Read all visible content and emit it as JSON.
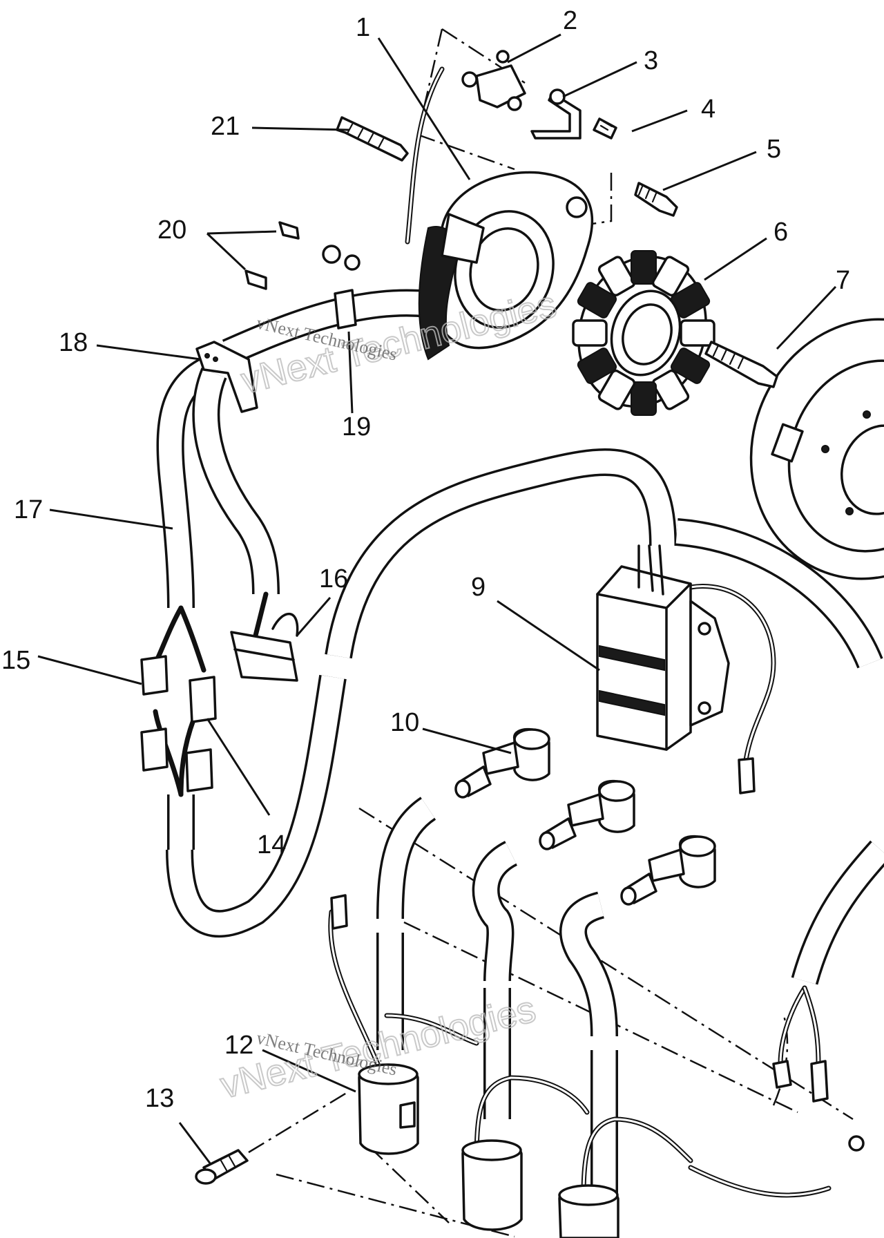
{
  "callouts": [
    {
      "id": "1",
      "text": "1"
    },
    {
      "id": "2",
      "text": "2"
    },
    {
      "id": "3",
      "text": "3"
    },
    {
      "id": "4",
      "text": "4"
    },
    {
      "id": "5",
      "text": "5"
    },
    {
      "id": "6",
      "text": "6"
    },
    {
      "id": "7",
      "text": "7"
    },
    {
      "id": "9",
      "text": "9"
    },
    {
      "id": "10",
      "text": "10"
    },
    {
      "id": "12",
      "text": "12"
    },
    {
      "id": "13",
      "text": "13"
    },
    {
      "id": "14",
      "text": "14"
    },
    {
      "id": "15",
      "text": "15"
    },
    {
      "id": "16",
      "text": "16"
    },
    {
      "id": "17",
      "text": "17"
    },
    {
      "id": "18",
      "text": "18"
    },
    {
      "id": "19",
      "text": "19"
    },
    {
      "id": "20",
      "text": "20"
    },
    {
      "id": "21",
      "text": "21"
    }
  ],
  "watermarks": [
    {
      "small": "vNext Technologies",
      "large": "vNext Technologies"
    },
    {
      "small": "vNext Technologies",
      "large": "vNext Technologies"
    }
  ]
}
